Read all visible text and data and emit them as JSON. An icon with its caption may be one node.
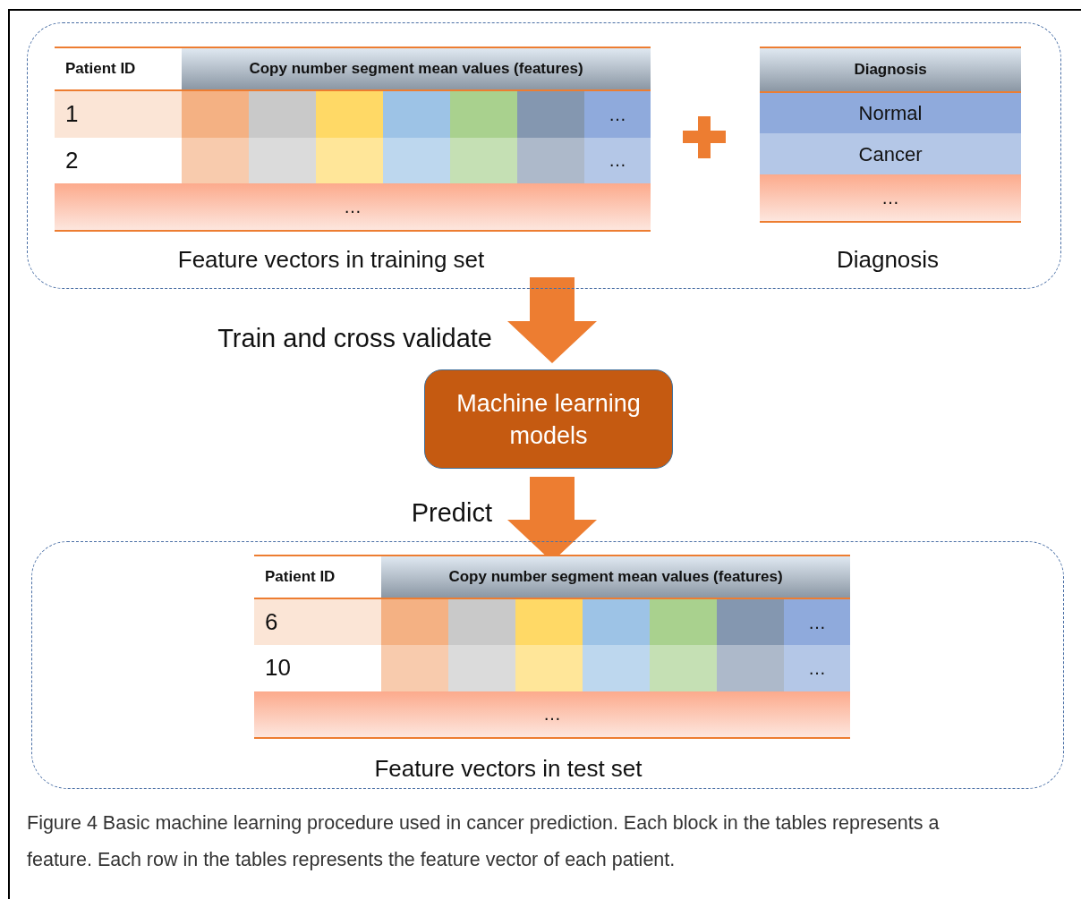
{
  "diagram": {
    "caption": "Figure 4 Basic machine learning procedure used in cancer prediction. Each block in the tables represents a feature. Each row in the tables represents the feature vector of each patient.",
    "nodes": [
      {
        "text": [],
        "shape": "box"
      },
      {
        "text": [
          "Patient ID",
          "Copy number segment mean values (features)",
          "1",
          "…",
          "2",
          "…",
          "…"
        ],
        "in": 0,
        "beside": [
          "Feature vectors in training set"
        ]
      },
      {
        "text": [
          "Diagnosis",
          "Normal",
          "Cancer",
          "…"
        ],
        "in": 0,
        "beside": [
          "Diagnosis"
        ]
      },
      {
        "text": [
          "Machine learning models"
        ]
      },
      {
        "text": [],
        "shape": "box"
      },
      {
        "text": [
          "Patient ID",
          "Copy number segment mean values (features)",
          "6",
          "…",
          "10",
          "…",
          "…"
        ],
        "in": 4,
        "beside": [
          "Feature vectors in test set"
        ]
      }
    ],
    "edges": [
      {
        "from": 0,
        "to": 3,
        "arrow": "to",
        "label": "Train and cross validate",
        "style": "thick",
        "color": "#ed7d31"
      },
      {
        "from": 3,
        "to": 5,
        "arrow": "to",
        "label": "Predict",
        "style": "thick",
        "color": "#ed7d31"
      }
    ]
  }
}
